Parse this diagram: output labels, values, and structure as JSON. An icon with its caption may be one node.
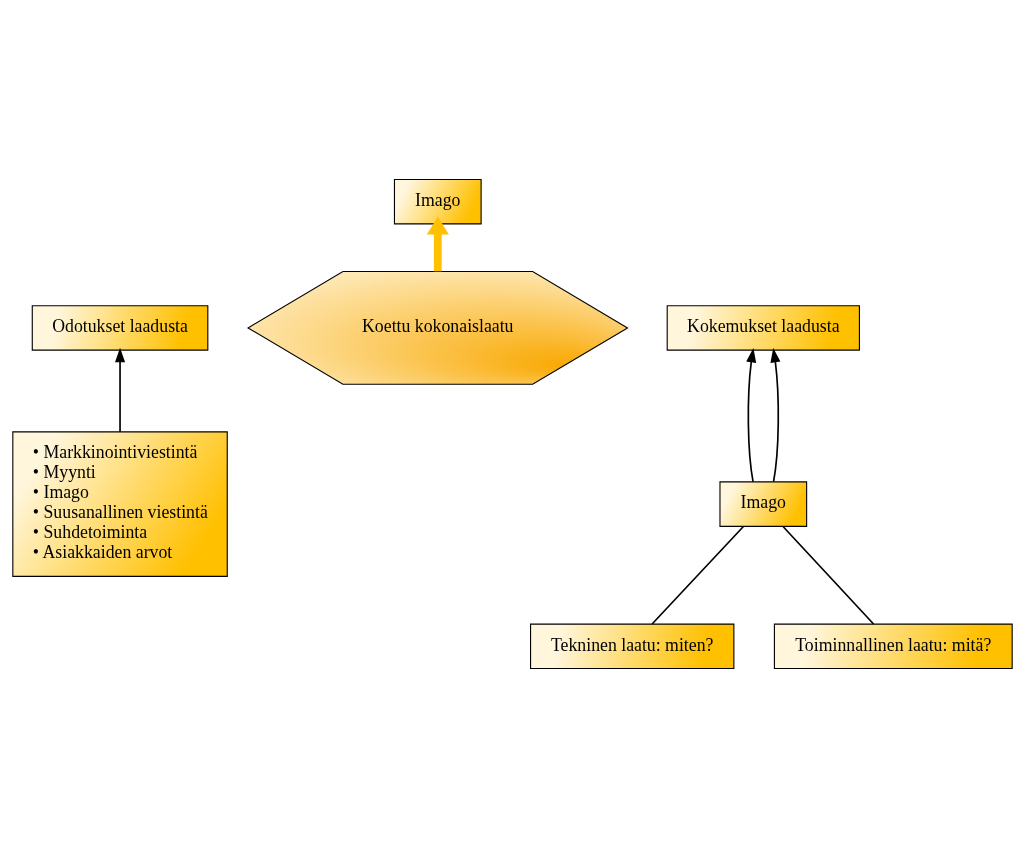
{
  "diagram": {
    "nodes": [
      {
        "text": [
          "Imago"
        ]
      },
      {
        "text": [
          "Odotukset laadusta"
        ]
      },
      {
        "text": [
          "Koettu kokonaislaatu"
        ]
      },
      {
        "text": [
          "Kokemukset laadusta"
        ]
      },
      {
        "text": [
          "Imago"
        ]
      },
      {
        "text": [
          "Tekninen laatu: miten?"
        ]
      },
      {
        "text": [
          "Toiminnallinen laatu: mitä?"
        ]
      },
      {
        "text": [
          "• Markkinointiviestintä",
          "• Myynti",
          "• Imago",
          "• Suusanallinen viestintä",
          "• Suhdetoiminta",
          "• Asiakkaiden arvot"
        ]
      }
    ],
    "edges": [
      {
        "from": 2,
        "to": 0,
        "arrow": "to",
        "style": "thick",
        "color": "#ffc000"
      },
      {
        "from": 7,
        "to": 1,
        "arrow": "to"
      },
      {
        "from": 4,
        "to": 3,
        "arrow": "to"
      },
      {
        "from": 4,
        "to": 3,
        "arrow": "to"
      },
      {
        "from": 5,
        "to": 4,
        "arrow": "none"
      },
      {
        "from": 6,
        "to": 4,
        "arrow": "none"
      }
    ]
  }
}
